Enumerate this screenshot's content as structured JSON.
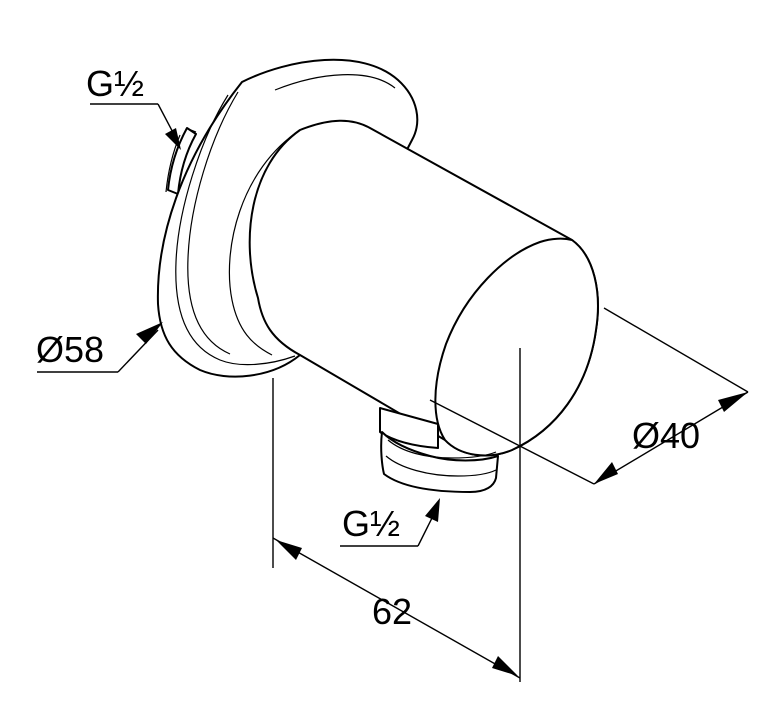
{
  "drawing": {
    "labels": {
      "thread_inlet": "G½",
      "flange_diameter": "Ø58",
      "outlet_thread": "G½",
      "body_diameter": "Ø40",
      "length": "62"
    }
  }
}
